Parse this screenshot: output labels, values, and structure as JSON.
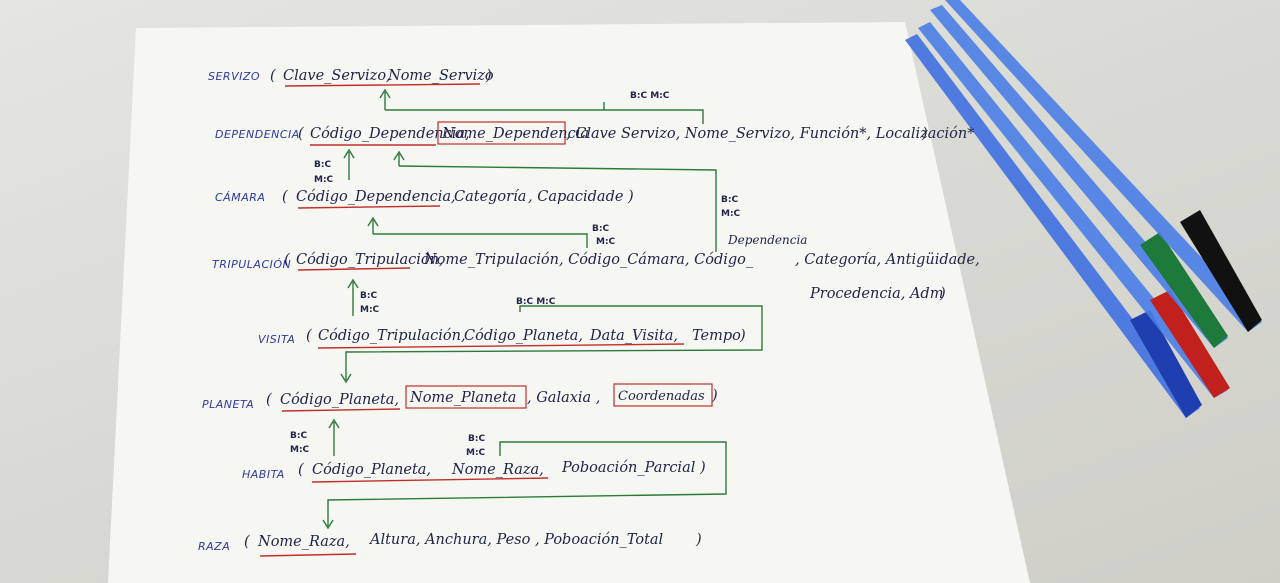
{
  "relations": [
    {
      "name": "SERVIZO",
      "open": "(",
      "attrs": [
        "Clave_Servizo,",
        "Nome_Servizo"
      ],
      "close": ")"
    },
    {
      "name": "DEPENDENCIA",
      "open": "(",
      "attrs": [
        "Código_Dependencia,",
        "Nome_Dependencia",
        ", Clave Servizo, Nome_Servizo, Función*, Localización*"
      ],
      "close": ")"
    },
    {
      "name": "CÁMARA",
      "open": "(",
      "attrs": [
        "Código_Dependencia,",
        "Categoría",
        ", Capacidade"
      ],
      "close": ")"
    },
    {
      "name": "TRIPULACIÓN",
      "open": "(",
      "attrs": [
        "Código_Tripulación,",
        "Nome_Tripulación, Código_Cámara, Código_",
        "Dependencia",
        ", Categoría, Antigüidade,"
      ],
      "line2": "Procedencia, Adm",
      "close": ")"
    },
    {
      "name": "VISITA",
      "open": "(",
      "attrs": [
        "Código_Tripulación,",
        "Código_Planeta,",
        "Data_Visita,",
        "Tempo"
      ],
      "close": ")"
    },
    {
      "name": "PLANETA",
      "open": "(",
      "attrs": [
        "Código_Planeta,",
        "Nome_Planeta",
        ", Galaxia ,",
        "Coordenadas"
      ],
      "close": ")"
    },
    {
      "name": "HABITA",
      "open": "(",
      "attrs": [
        "Código_Planeta,",
        "Nome_Raza,",
        "Poboación_Parcial"
      ],
      "close": ")"
    },
    {
      "name": "RAZA",
      "open": "(",
      "attrs": [
        "Nome_Raza,",
        "Altura, Anchura, Peso , Poboación_Total"
      ],
      "close": ")"
    }
  ],
  "cardinalities": {
    "bc": "B:C",
    "mc": "M:C",
    "pair": "B:C   M:C"
  },
  "pens": [
    {
      "color": "#2a5bd7",
      "cap": "#1f3fb0"
    },
    {
      "color": "#2a5bd7",
      "cap": "#c1201d"
    },
    {
      "color": "#2a5bd7",
      "cap": "#1d7a3a"
    },
    {
      "color": "#2a5bd7",
      "cap": "#111111"
    }
  ]
}
